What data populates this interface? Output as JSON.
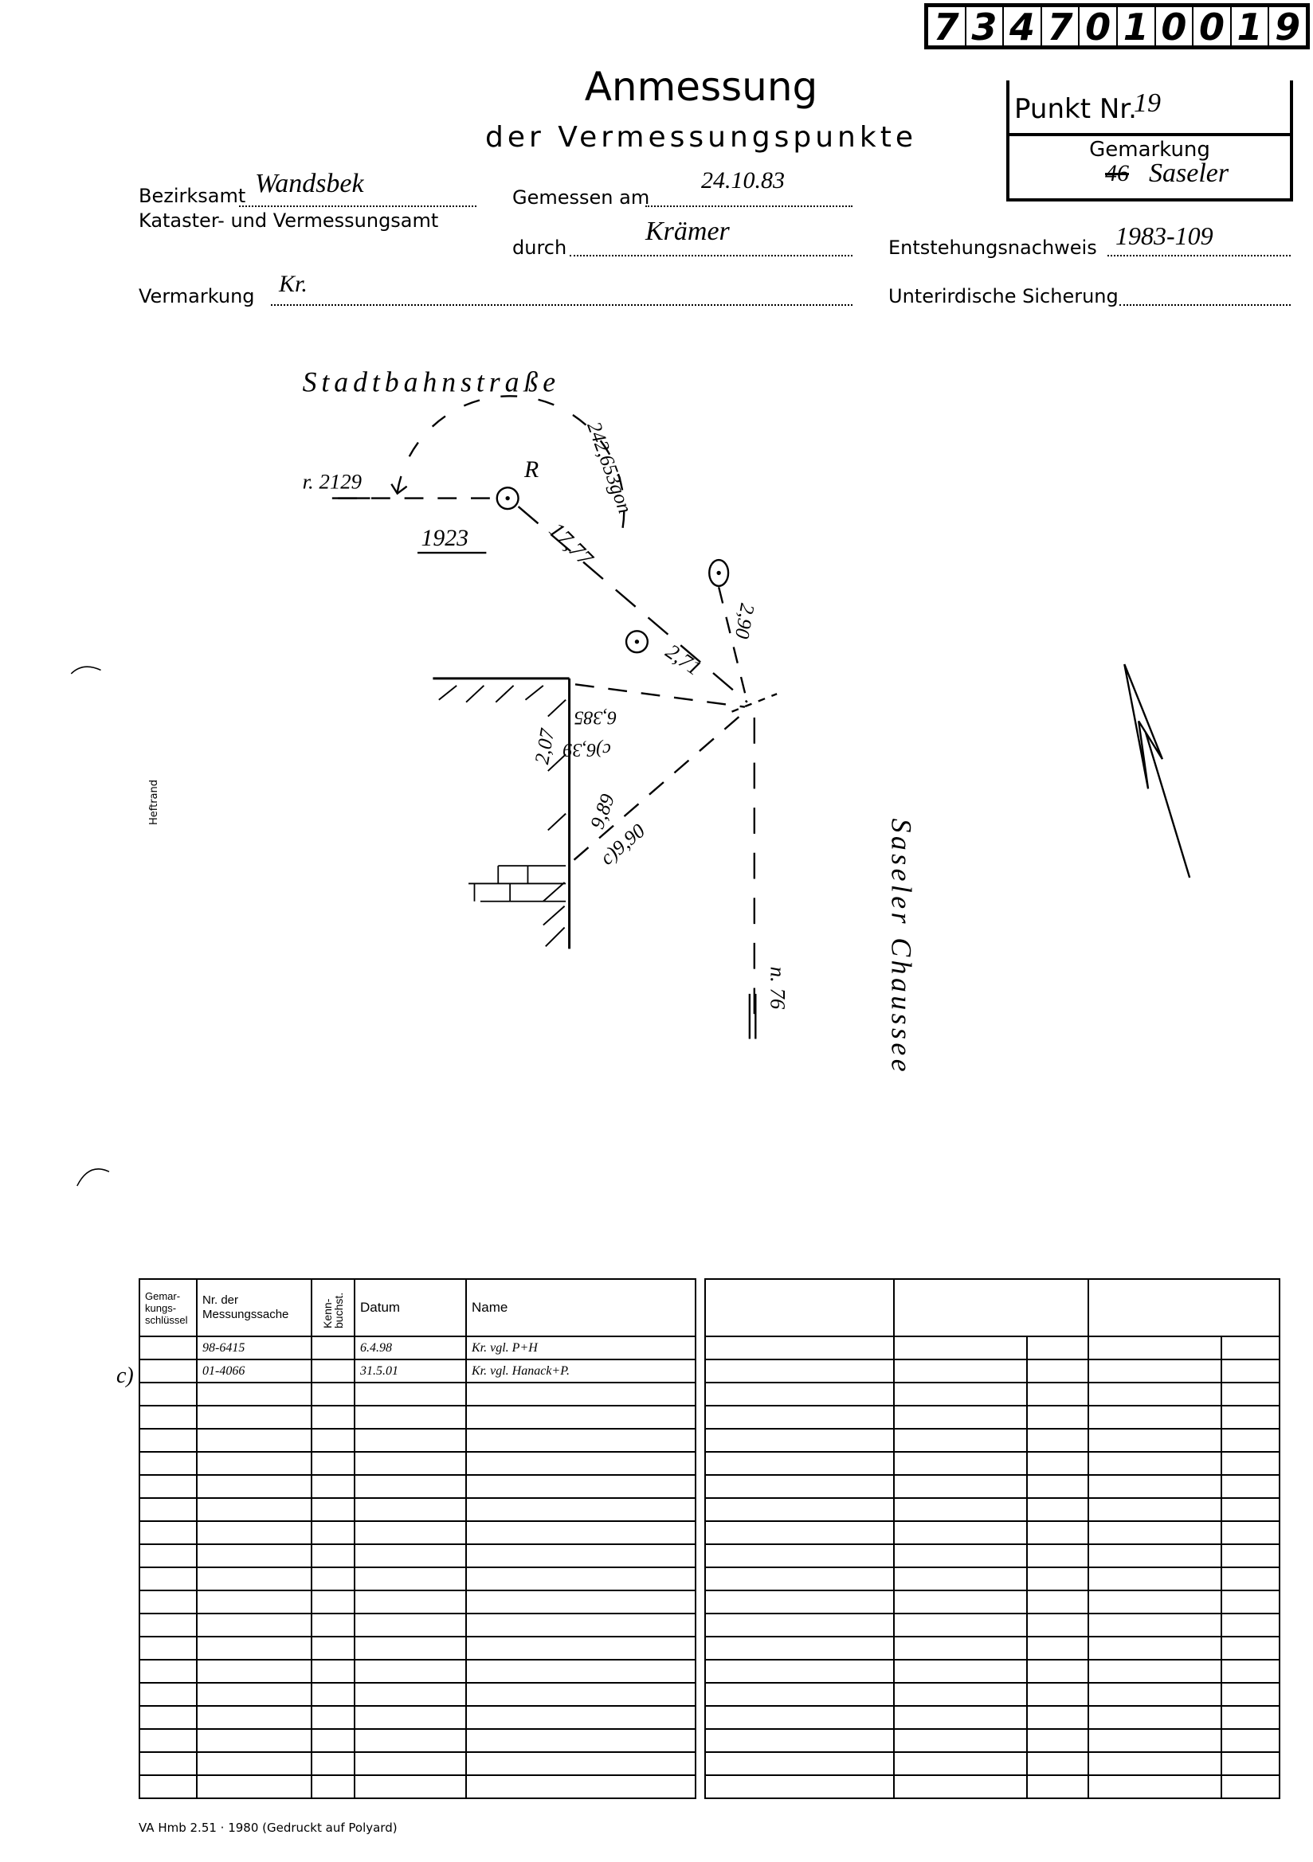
{
  "number_box": [
    "7",
    "3",
    "4",
    "7",
    "0",
    "1",
    "0",
    "0",
    "1",
    "9"
  ],
  "title": "Anmessung",
  "subtitle": "der Vermessungspunkte",
  "punkt": {
    "label": "Punkt Nr.",
    "value": "19",
    "gemarkung_label": "Gemarkung",
    "gemarkung_value": "Saseler",
    "gemarkung_prefix": "46"
  },
  "form": {
    "bezirksamt_label": "Bezirksamt",
    "bezirksamt_value": "Wandsbek",
    "kataster_label": "Kataster- und Vermessungsamt",
    "gemessen_label": "Gemessen am",
    "gemessen_value": "24.10.83",
    "durch_label": "durch",
    "durch_value": "Krämer",
    "entstehung_label": "Entstehungsnachweis",
    "entstehung_value": "1983-109",
    "vermarkung_label": "Vermarkung",
    "vermarkung_value": "Kr.",
    "sicherung_label": "Unterirdische Sicherung",
    "sicherung_value": ""
  },
  "sketch": {
    "street_top": "Stadtbahnstraße",
    "street_right": "Saseler Chaussee",
    "ref_left": "r. 2129",
    "dist_1923": "1923",
    "point_R": "R",
    "angle": "242,653gon",
    "dist_1777": "17,77",
    "dist_271": "2,71",
    "dist_290": "2,90",
    "dist_6385": "6,385",
    "dist_c639": "c)6,39",
    "dist_207": "2,07",
    "dist_989": "9,89",
    "dist_c990": "c)9,90",
    "ref_bottom": "n. 76"
  },
  "margin_label": "Heftrand",
  "table": {
    "headers": [
      "Gemar-\nkungs-\nschlüssel",
      "Nr. der\nMessungssache",
      "Kenn-\nbuchst.",
      "Datum",
      "Name"
    ],
    "row_marker": "c)",
    "rows": [
      {
        "schluessel": "",
        "nr": "98-6415",
        "kenn": "",
        "datum": "6.4.98",
        "name": "Kr. vgl. P+H"
      },
      {
        "schluessel": "",
        "nr": "01-4066",
        "kenn": "",
        "datum": "31.5.01",
        "name": "Kr. vgl. Hanack+P."
      }
    ]
  },
  "footer": "VA Hmb 2.51 · 1980 (Gedruckt auf Polyard)"
}
